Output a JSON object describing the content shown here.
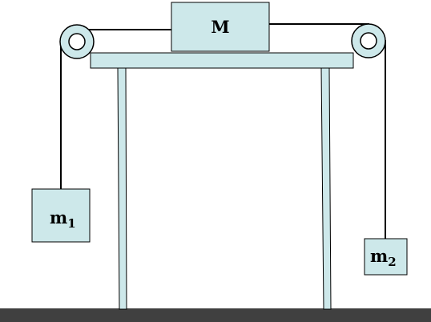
{
  "masses": {
    "top": {
      "label": "M",
      "subscript": ""
    },
    "left": {
      "label": "m",
      "subscript": "1"
    },
    "right": {
      "label": "m",
      "subscript": "2"
    }
  },
  "colors": {
    "block_fill": "#cde8ea",
    "outline": "#000000",
    "ground": "#404040",
    "string": "#000000"
  }
}
